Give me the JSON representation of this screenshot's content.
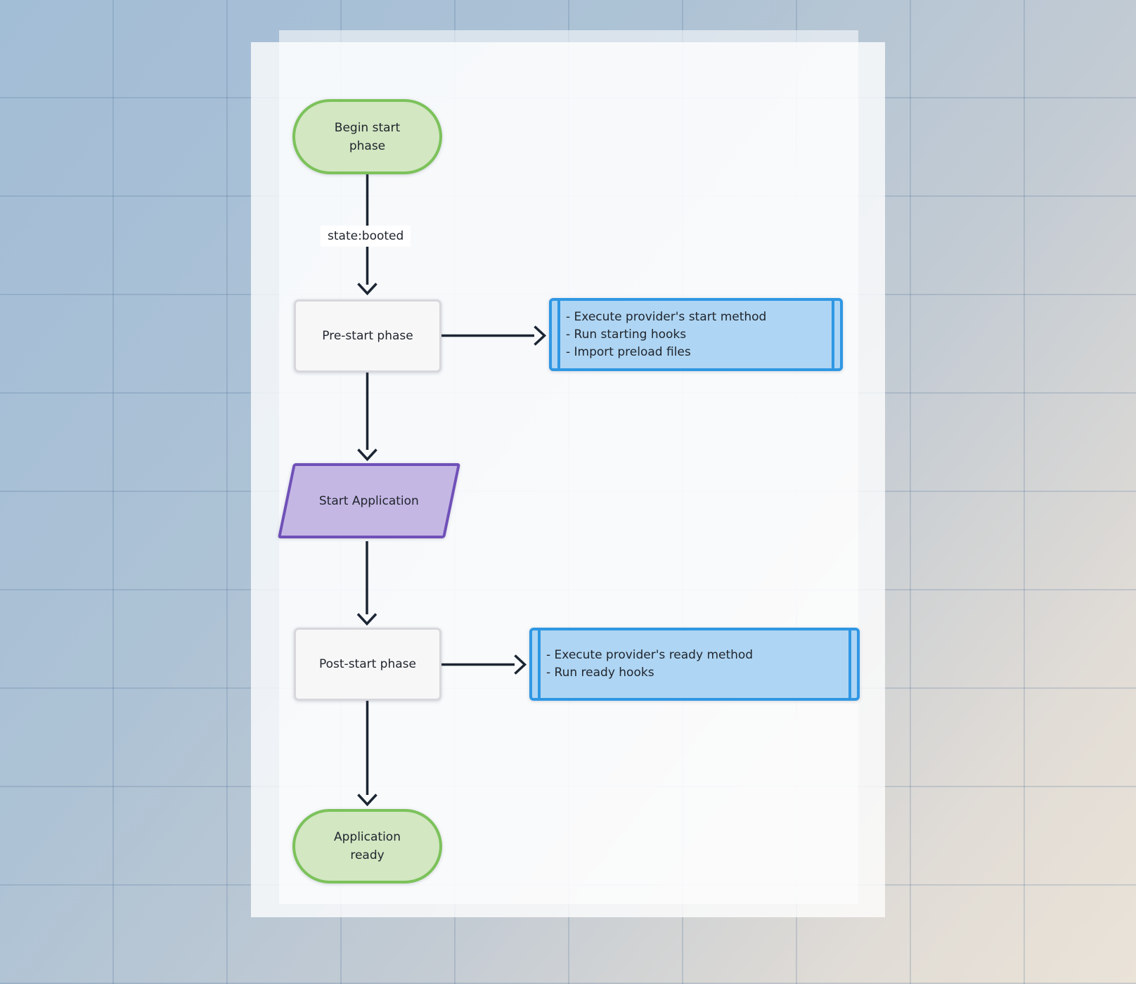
{
  "diagram": {
    "nodes": {
      "begin": {
        "label": "Begin start phase",
        "shape": "stadium"
      },
      "prestart": {
        "label": "Pre-start phase",
        "shape": "process"
      },
      "sub_start": {
        "shape": "subroutine",
        "lines": [
          "- Execute provider's start method",
          "- Run starting hooks",
          "- Import preload files"
        ]
      },
      "start_app": {
        "label": "Start Application",
        "shape": "parallelogram"
      },
      "poststart": {
        "label": "Post-start phase",
        "shape": "process"
      },
      "sub_ready": {
        "shape": "subroutine",
        "lines": [
          "- Execute provider's ready method",
          "- Run ready hooks"
        ]
      },
      "ready": {
        "label": "Application ready",
        "shape": "stadium"
      }
    },
    "edges": {
      "booted_label": "state:booted"
    },
    "colors": {
      "stadium_fill": "#d2e7c2",
      "stadium_border": "#7cc25b",
      "process_fill": "#f7f7f8",
      "process_border": "#d8d8dc",
      "subroutine_fill": "#aed5f3",
      "subroutine_border": "#2f97e3",
      "parallelogram_fill": "#c4b7e4",
      "parallelogram_border": "#7050b8",
      "edge_color": "#1b2533",
      "edge_label_bg": "#ffffff"
    }
  }
}
